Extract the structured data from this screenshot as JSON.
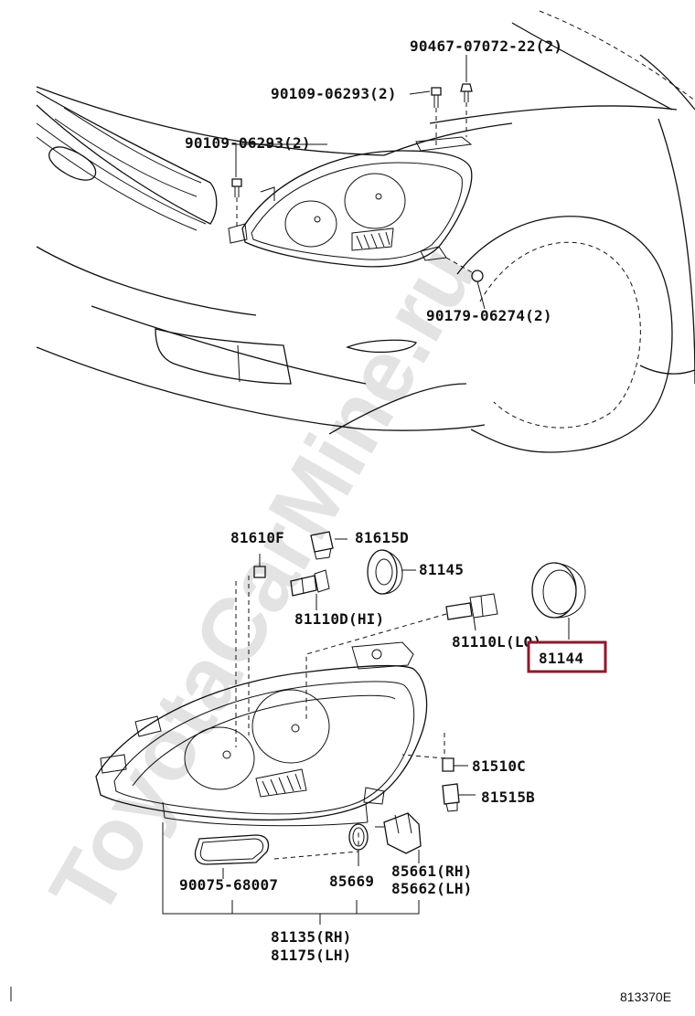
{
  "watermark": "ToyotaCarMine.ru",
  "diagram_code": "813370E",
  "highlight_color": "#8b1a2c",
  "labels": {
    "p90467": "90467-07072-22(2)",
    "p90109a": "90109-06293(2)",
    "p90109b": "90109-06293(2)",
    "p90179": "90179-06274(2)",
    "p81610": "81610F",
    "p81615": "81615D",
    "p81145": "81145",
    "p81110hi": "81110D(HI)",
    "p81110lo": "81110L(LO)",
    "p81144": "81144",
    "p81510": "81510C",
    "p81515": "81515B",
    "p85661": "85661(RH)",
    "p85662": "85662(LH)",
    "p85669": "85669",
    "p90075": "90075-68007",
    "p81135": "81135(RH)",
    "p81175": "81175(LH)"
  }
}
